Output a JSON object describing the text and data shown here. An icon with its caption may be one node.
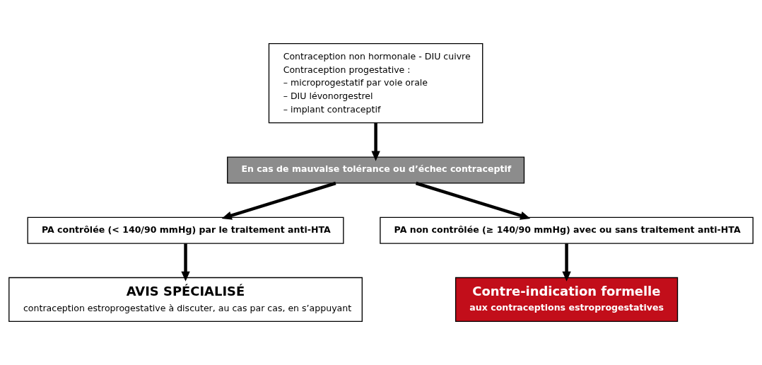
{
  "diagram": {
    "nodes": [
      {
        "text": [
          "Contraception non hormonale - DIU cuivre",
          "Contraception progestative :",
          "– microprogestatif par voie orale",
          "– DIU lévonorgestrel",
          "– implant contraceptif"
        ]
      },
      {
        "text": [
          "En cas de mauvaise tolérance ou d’échec contraceptif"
        ]
      },
      {
        "text": [
          "PA contrôlée (< 140/90 mmHg) par le traitement anti-HTA"
        ]
      },
      {
        "text": [
          "PA non contrôlée (≥ 140/90 mmHg) avec ou sans traitement anti-HTA"
        ]
      },
      {
        "text": [
          "AVIS SPÉCIALISÉ",
          "contraception estroprogestative à discuter, au cas par cas, en s’appuyant"
        ]
      },
      {
        "text": [
          "Contre-indication formelle",
          "aux contraceptions estroprogestatives"
        ]
      }
    ],
    "edges": [
      {
        "from": 0,
        "to": 1,
        "arrow": "to"
      },
      {
        "from": 1,
        "to": 2,
        "arrow": "to"
      },
      {
        "from": 1,
        "to": 3,
        "arrow": "to"
      },
      {
        "from": 2,
        "to": 4,
        "arrow": "to"
      },
      {
        "from": 3,
        "to": 5,
        "arrow": "to"
      }
    ]
  }
}
